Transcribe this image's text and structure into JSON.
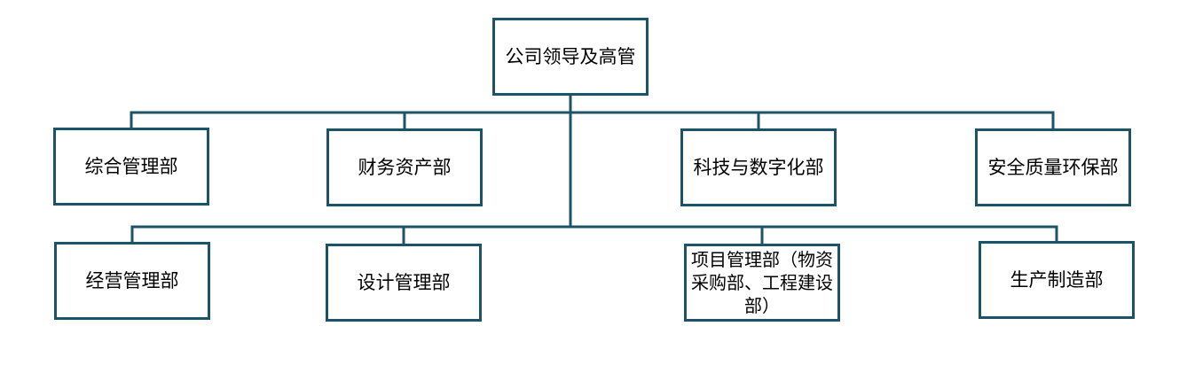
{
  "org_chart": {
    "root": "公司领导及高管",
    "row1": [
      "综合管理部",
      "财务资产部",
      "科技与数字化部",
      "安全质量环保部"
    ],
    "row2": [
      "经营管理部",
      "设计管理部",
      "项目管理部（物资采购部、工程建设部）",
      "生产制造部"
    ]
  },
  "colors": {
    "border": "#1b5468",
    "line": "#1b5468"
  }
}
